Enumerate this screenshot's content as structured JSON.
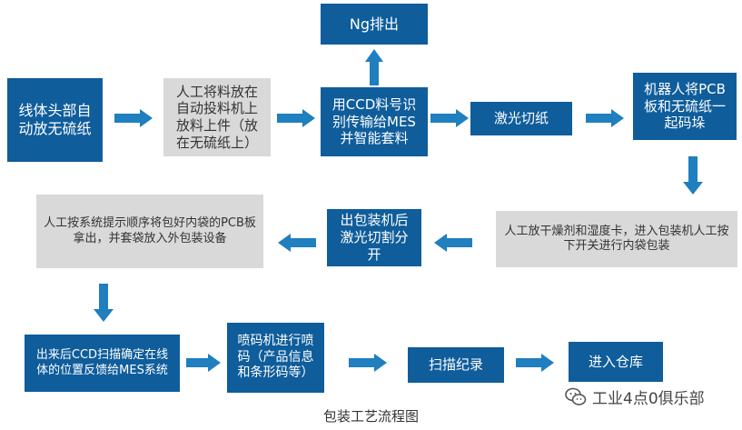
{
  "colors": {
    "box_blue": "#0f5d9b",
    "box_gray": "#d9d9d9",
    "arrow": "#1f7fbf"
  },
  "nodes": {
    "ng_discharge": "Ng排出",
    "wire_head_auto_place": "线体头部自动放无硫纸",
    "manual_load": "人工将料放在自动投料机上放料上件（放在无硫纸上）",
    "ccd_identify": "用CCD料号识别传输给MES并智能套料",
    "laser_cut_paper": "激光切纸",
    "robot_stack": "机器人将PCB板和无硫纸一起码垛",
    "manual_desiccant": "人工放干燥剂和湿度卡，进入包装机人工按下开关进行内袋包装",
    "laser_split": "出包装机后激光切割分开",
    "manual_outer_pack": "人工按系统提示顺序将包好内袋的PCB板拿出，并套袋放入外包装设备",
    "ccd_scan_position": "出来后CCD扫描确定在线体的位置反馈给MES系统",
    "inkjet_code": "喷码机进行喷码（产品信息和条形码等）",
    "scan_record": "扫描纪录",
    "enter_warehouse": "进入仓库"
  },
  "caption": "包装工艺流程图",
  "watermark": {
    "icon": "wechat-icon",
    "text": "工业4点0俱乐部"
  }
}
